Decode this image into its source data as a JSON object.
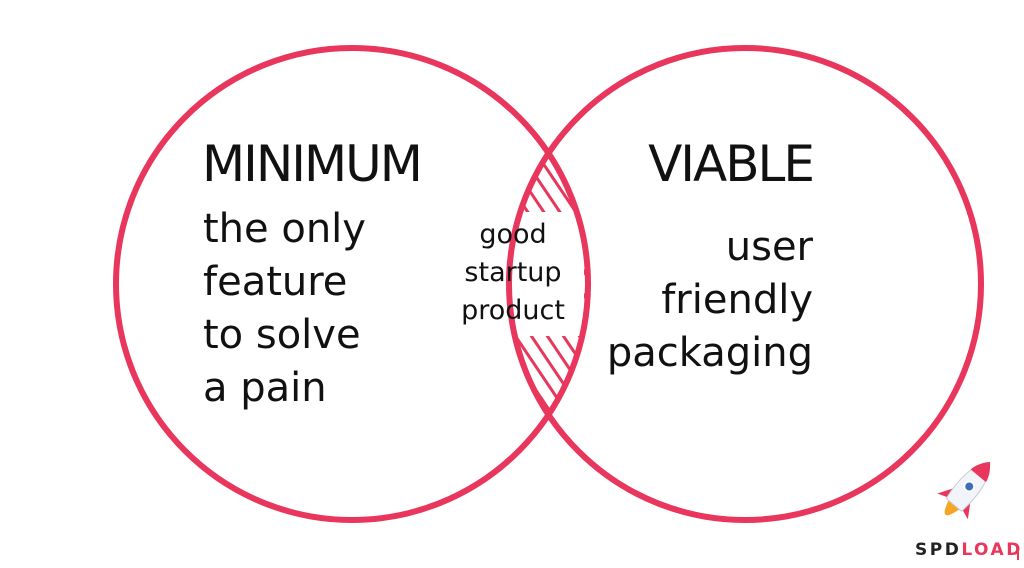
{
  "diagram": {
    "left_circle": {
      "title": "MINIMUM",
      "lines": [
        "the only",
        "feature",
        "to solve",
        "a pain"
      ]
    },
    "right_circle": {
      "title": "VIABLE",
      "lines": [
        "user",
        "friendly",
        "packaging"
      ]
    },
    "intersection": {
      "lines": [
        "good",
        "startup",
        "product"
      ]
    }
  },
  "colors": {
    "circle_stroke": "#e8365d",
    "hatch": "#e8365d",
    "text": "#111111",
    "rocket_body": "#f1f4f8",
    "rocket_accent": "#e8365d",
    "rocket_window": "#3b6fb6",
    "flame": "#f5a623"
  },
  "logo": {
    "text_dark": "SPD",
    "text_accent": "LOAD",
    "icon": "rocket-icon"
  }
}
